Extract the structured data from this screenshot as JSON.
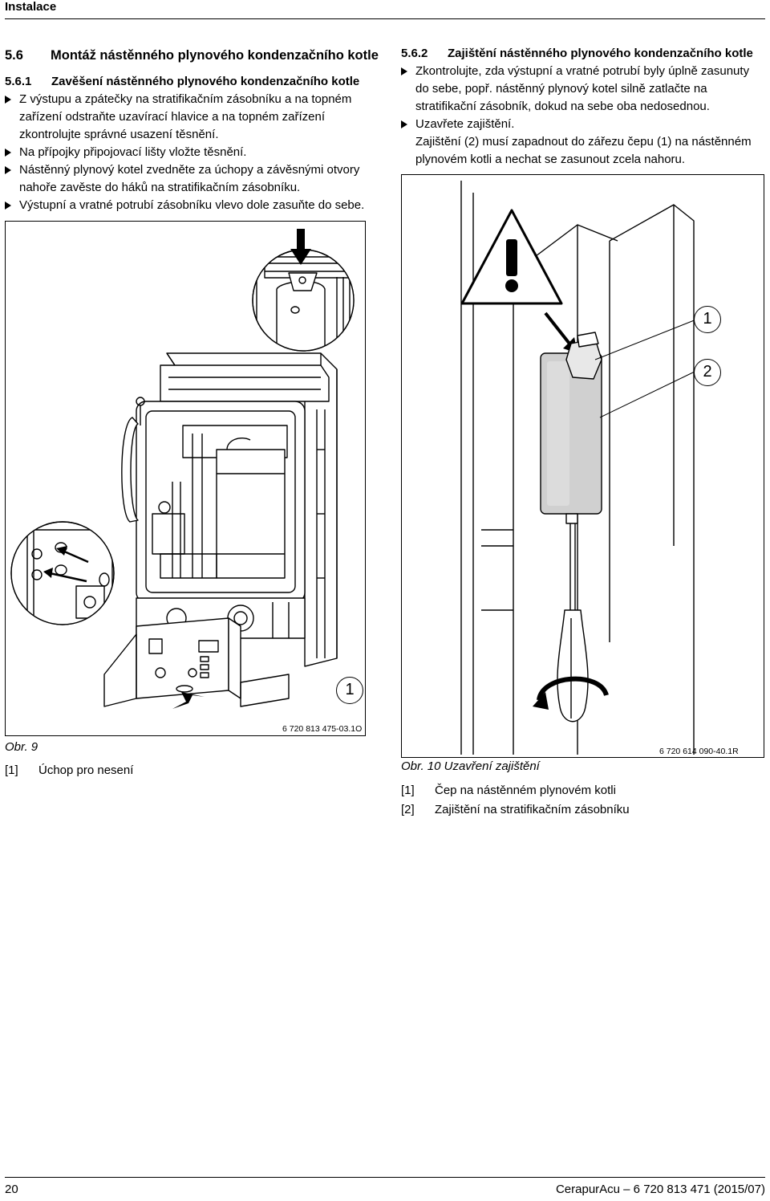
{
  "header": {
    "section": "Instalace"
  },
  "section": {
    "number": "5.6",
    "title": "Montáž nástěnného plynového kondenzačního kotle"
  },
  "left": {
    "number": "5.6.1",
    "title": "Zavěšení nástěnného plynového kondenzačního kotle",
    "steps": [
      "Z výstupu a zpátečky na stratifikačním zásobníku a na topném zařízení odstraňte uzavírací hlavice a na topném zařízení zkontrolujte správné usazení těsnění.",
      "Na přípojky připojovací lišty vložte těsnění.",
      "Nástěnný plynový kotel zvedněte za úchopy a závěsnými otvory nahoře zavěste do háků na stratifikačním zásobníku.",
      "Výstupní a vratné potrubí zásobníku vlevo dole zasuňte do sebe."
    ]
  },
  "right": {
    "number": "5.6.2",
    "title": "Zajištění nástěnného plynového kondenzačního kotle",
    "step1": "Zkontrolujte, zda výstupní a vratné potrubí byly úplně zasunuty do sebe, popř. nástěnný plynový kotel silně zatlačte na stratifikační zásobník, dokud na sebe oba nedosednou.",
    "step2": "Uzavřete zajištění.",
    "note": "Zajištění (2) musí zapadnout do zářezu čepu (1) na nástěnném plynovém kotli a nechat se zasunout zcela nahoru."
  },
  "fig9": {
    "code": "6 720 813 475-03.1O",
    "callout": "1",
    "caption": "Obr. 9",
    "legend": [
      {
        "key": "[1]",
        "text": "Úchop pro nesení"
      }
    ]
  },
  "fig10": {
    "code": "6 720 614 090-40.1R",
    "callout1": "1",
    "callout2": "2",
    "caption": "Obr. 10  Uzavření zajištění",
    "legend": [
      {
        "key": "[1]",
        "text": "Čep na nástěnném plynovém kotli"
      },
      {
        "key": "[2]",
        "text": "Zajištění na stratifikačním zásobníku"
      }
    ]
  },
  "footer": {
    "page": "20",
    "doc": "CerapurAcu – 6 720 813 471 (2015/07)"
  }
}
